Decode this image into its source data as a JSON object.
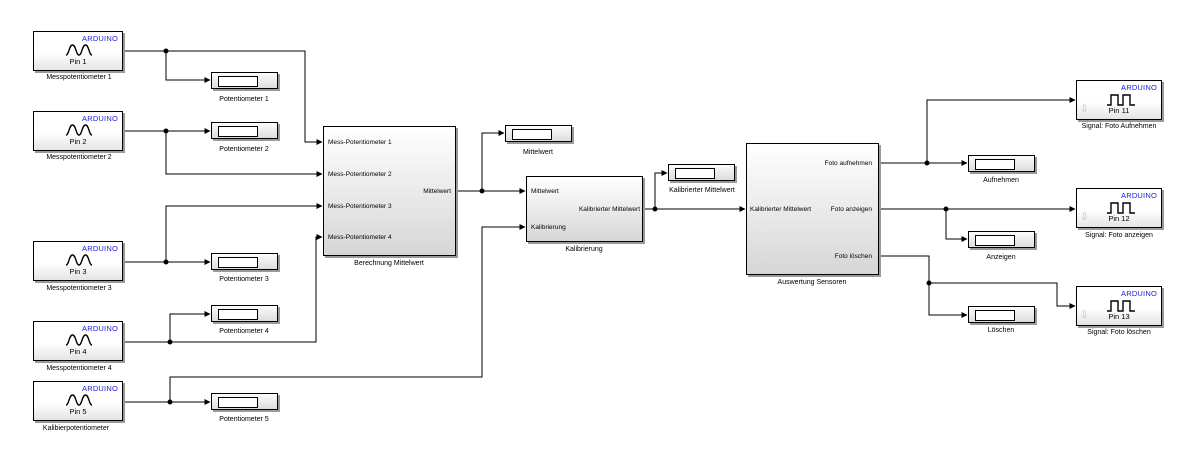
{
  "arduino_brand": "ARDUINO",
  "inputs": [
    {
      "pin": "Pin 1",
      "label": "Messpotentiometer 1"
    },
    {
      "pin": "Pin 2",
      "label": "Messpotentiometer 2"
    },
    {
      "pin": "Pin 3",
      "label": "Messpotentiometer 3"
    },
    {
      "pin": "Pin 4",
      "label": "Messpotentiometer 4"
    },
    {
      "pin": "Pin 5",
      "label": "Kalibierpotentiometer"
    }
  ],
  "displays": [
    {
      "label": "Potentiometer 1"
    },
    {
      "label": "Potentiometer 2"
    },
    {
      "label": "Potentiometer 3"
    },
    {
      "label": "Potentiometer 4"
    },
    {
      "label": "Potentiometer 5"
    },
    {
      "label": "Mittelwert"
    },
    {
      "label": "Kalibrierter Mittelwert"
    },
    {
      "label": "Aufnehmen"
    },
    {
      "label": "Anzeigen"
    },
    {
      "label": "Löschen"
    }
  ],
  "mittelwert_block": {
    "label": "Berechnung Mittelwert",
    "in_ports": [
      "Mess-Potentiometer 1",
      "Mess-Potentiometer 2",
      "Mess-Potentiometer 3",
      "Mess-Potentiometer 4"
    ],
    "out_port": "Mittelwert"
  },
  "kalibrierung_block": {
    "label": "Kalibrierung",
    "in_ports": [
      "Mittelwert",
      "Kalibrierung"
    ],
    "out_port": "Kalibrierter Mittelwert"
  },
  "auswertung_block": {
    "label": "Auswertung Sensoren",
    "in_port": "Kalibrierter Mittelwert",
    "out_ports": [
      "Foto aufnehmen",
      "Foto anzeigen",
      "Foto löschen"
    ]
  },
  "outputs": [
    {
      "pin": "Pin 11",
      "label": "Signal: Foto Aufnehmen"
    },
    {
      "pin": "Pin 12",
      "label": "Signal: Foto anzeigen"
    },
    {
      "pin": "Pin 13",
      "label": "Signal: Foto löschen"
    }
  ]
}
